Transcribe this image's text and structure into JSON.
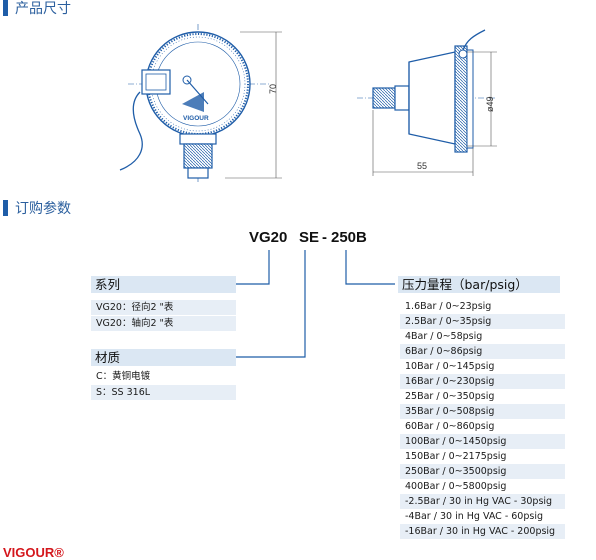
{
  "sections": {
    "dimensions_title": "产品尺寸",
    "ordering_title": "订购参数"
  },
  "drawing": {
    "gauge_brand": "VIGOUR",
    "dim_height": "70",
    "dim_length": "55",
    "dim_diameter": "ø49"
  },
  "code": {
    "part1": "VG20",
    "part2": "SE",
    "sep": "-",
    "part3": "250B"
  },
  "series": {
    "heading": "系列",
    "items": [
      "VG20：径向2 \"表",
      "VG20：轴向2 \"表"
    ]
  },
  "material": {
    "heading": "材质",
    "items": [
      "C：黄铜电镀",
      "S：SS 316L"
    ]
  },
  "pressure": {
    "heading": "压力量程（bar/psig）",
    "items": [
      "1.6Bar / 0~23psig",
      "2.5Bar / 0~35psig",
      "4Bar / 0~58psig",
      "6Bar / 0~86psig",
      "10Bar / 0~145psig",
      "16Bar / 0~230psig",
      "25Bar / 0~350psig",
      "35Bar / 0~508psig",
      "60Bar / 0~860psig",
      "100Bar / 0~1450psig",
      "150Bar / 0~2175psig",
      "250Bar / 0~3500psig",
      "400Bar / 0~5800psig",
      "-2.5Bar / 30 in Hg VAC - 30psig",
      "-4Bar / 30 in Hg VAC - 60psig",
      "-16Bar / 30 in Hg VAC - 200psig"
    ]
  },
  "footer": {
    "logo": "VIGOUR®"
  },
  "colors": {
    "accent": "#1f5da8",
    "heading_box": "#dbe7f3",
    "row_shade": "#e7eef6",
    "brand_red": "#d4161c"
  }
}
